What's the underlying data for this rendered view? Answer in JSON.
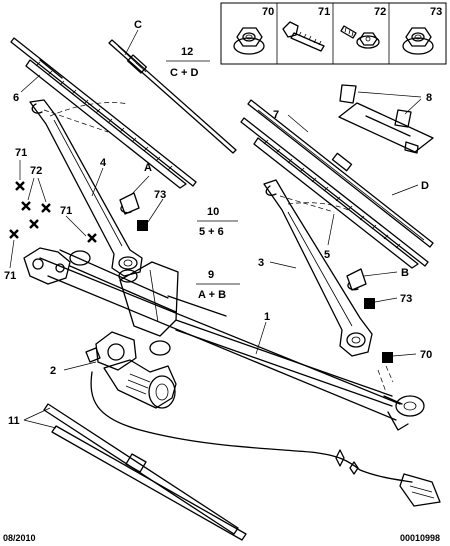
{
  "callouts": {
    "c": "C",
    "d": "D",
    "a": "A",
    "b": "B",
    "n1": "1",
    "n2": "2",
    "n3": "3",
    "n4": "4",
    "n5": "5",
    "n6": "6",
    "n7": "7",
    "n8": "8",
    "n11": "11",
    "n70": "70",
    "n71_left": "71",
    "n71_mid": "71",
    "n71_low": "71",
    "n72": "72",
    "n73_upper": "73",
    "n73_lower": "73"
  },
  "groups": {
    "g12": {
      "number": "12",
      "formula": "C + D"
    },
    "g10": {
      "number": "10",
      "formula": "5 + 6"
    },
    "g9": {
      "number": "9",
      "formula": "A + B"
    }
  },
  "fasteners_box": {
    "labels": [
      "70",
      "71",
      "72",
      "73"
    ],
    "icons": [
      "flange-nut-icon",
      "bolt-icon",
      "screw-icon",
      "flange-nut-icon"
    ]
  },
  "footer": {
    "date": "08/2010",
    "reference": "00010998"
  }
}
